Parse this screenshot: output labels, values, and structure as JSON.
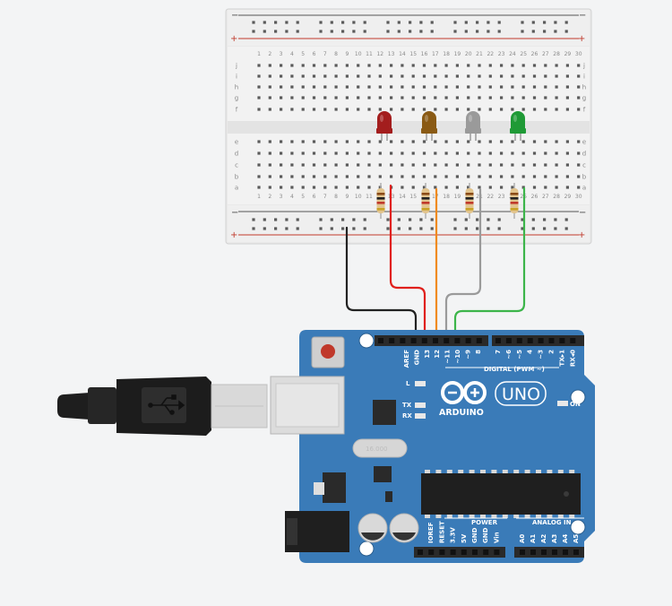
{
  "breadboard": {
    "top_rows": [
      "j",
      "i",
      "h",
      "g",
      "f"
    ],
    "bottom_rows": [
      "e",
      "d",
      "c",
      "b",
      "a"
    ],
    "columns": [
      "1",
      "2",
      "3",
      "4",
      "5",
      "6",
      "7",
      "8",
      "9",
      "10",
      "11",
      "12",
      "13",
      "14",
      "15",
      "16",
      "17",
      "18",
      "19",
      "20",
      "21",
      "22",
      "23",
      "24",
      "25",
      "26",
      "27",
      "28",
      "29",
      "30"
    ],
    "rail_minus": "−",
    "rail_plus": "+"
  },
  "leds": [
    {
      "name": "red-led",
      "color": "#a31d1d"
    },
    {
      "name": "yellow-led",
      "color": "#8a5a14"
    },
    {
      "name": "white-led",
      "color": "#9a9a9a"
    },
    {
      "name": "green-led",
      "color": "#1f9a36"
    }
  ],
  "wires": {
    "gnd": "#222222",
    "red": "#e0201c",
    "orange": "#f08a1c",
    "gray": "#9a9a9a",
    "green": "#3cb54a"
  },
  "arduino": {
    "board_color": "#3a7bb8",
    "brand": "ARDUINO",
    "model": "UNO",
    "digital_label": "DIGITAL (PWM ~)",
    "header_top_left": [
      "AREF",
      "GND",
      "13",
      "12",
      "~11",
      "~10",
      "~9",
      "8"
    ],
    "header_top_right": [
      "7",
      "~6",
      "~5",
      "4",
      "~3",
      "2",
      "TX▸1",
      "RX◂0"
    ],
    "led_l": "L",
    "led_tx": "TX",
    "led_rx": "RX",
    "on_label": "ON",
    "power_label": "POWER",
    "analog_label": "ANALOG IN",
    "power_pins": [
      "IOREF",
      "RESET",
      "3.3V",
      "5V",
      "GND",
      "GND",
      "Vin"
    ],
    "analog_pins": [
      "A0",
      "A1",
      "A2",
      "A3",
      "A4",
      "A5"
    ],
    "crystal": "16.000"
  }
}
